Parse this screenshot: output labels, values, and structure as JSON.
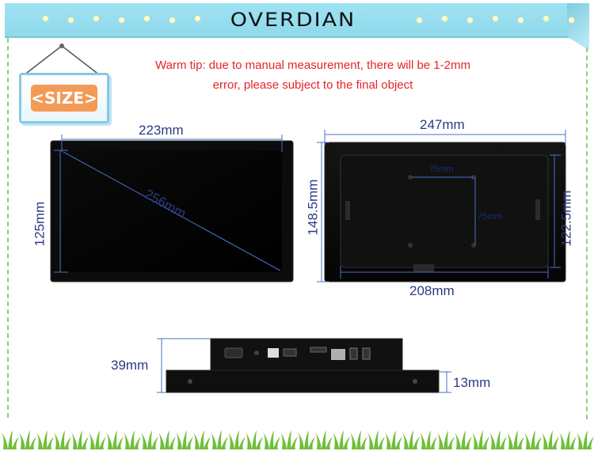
{
  "brand": {
    "logo_text": "OVERDIAN"
  },
  "sign": {
    "label": "<SIZE>"
  },
  "tip": {
    "line1": "Warm tip: due to manual measurement, there will be 1-2mm",
    "line2": "error, please subject to the final object"
  },
  "front_view": {
    "width_label": "223mm",
    "height_label": "125mm",
    "diagonal_label": "256mm"
  },
  "back_view": {
    "outer_width_label": "247mm",
    "outer_height_label": "148.5mm",
    "inner_width_label": "208mm",
    "inner_height_label": "122.5mm",
    "vesa_h_label": "75mm",
    "vesa_v_label": "75mm"
  },
  "side_view": {
    "total_depth_label": "39mm",
    "frame_depth_label": "13mm"
  },
  "colors": {
    "banner": "#9ee2f2",
    "tip_text": "#e8232a",
    "dim_text": "#2c3a83",
    "dim_line": "#4a6fc4",
    "sign_accent": "#f39a57",
    "dashed_border": "#8ad07a"
  }
}
